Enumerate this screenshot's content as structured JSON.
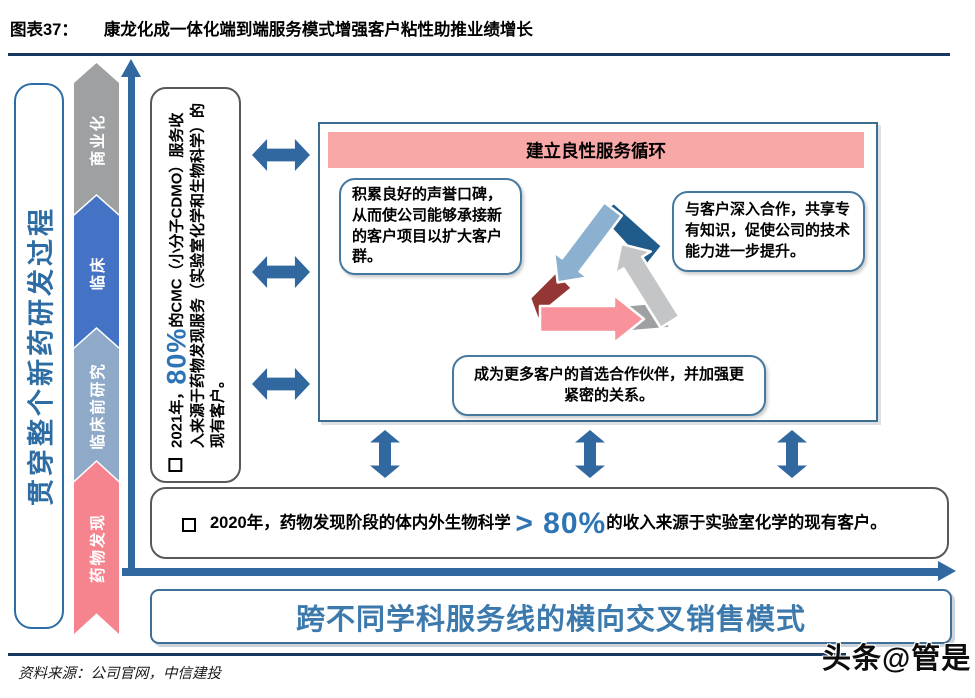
{
  "header": {
    "figure_label": "图表37：",
    "title": "康龙化成一体化端到端服务模式增强客户粘性助推业绩增长"
  },
  "process": {
    "label": "贯穿整个新药研发过程",
    "stages": [
      {
        "label": "商业化",
        "color": "#9fa0a2"
      },
      {
        "label": "临床",
        "color": "#4472c4"
      },
      {
        "label": "临床前研究",
        "color": "#8fa9c8"
      },
      {
        "label": "药物发现",
        "color": "#f5848e"
      }
    ]
  },
  "note_2021": {
    "prefix": "2021年，",
    "highlight": "80%",
    "suffix": "的CMC（小分子CDMO）服务收入来源于药物发现服务（实验室化学和生物科学）的现有客户。"
  },
  "cycle": {
    "header_label": "建立良性服务循环",
    "reputation_note": "积累良好的声誉口碑，从而使公司能够承接新的客户项目以扩大客户群。",
    "cooperation_note": "与客户深入合作，共享专有知识，促使公司的技术能力进一步提升。",
    "partner_note": "成为更多客户的首选合作伙伴，并加强更紧密的关系。"
  },
  "note_2020": {
    "prefix": "2020年，药物发现阶段的体内外生物科学",
    "highlight": "> 80%",
    "suffix": "的收入来源于实验室化学的现有客户。"
  },
  "bottom_title": "跨不同学科服务线的横向交叉销售模式",
  "footer": {
    "source": "资料来源：公司官网，中信建投",
    "watermark": "头条@管是"
  },
  "icons": {
    "vertical_axis": "up-arrow",
    "horizontal_axis": "right-arrow",
    "between_arrows": "double-headed-arrow",
    "bullet": "checkbox-square",
    "center_graphic": "recycle-triangle-arrows"
  },
  "colors": {
    "rule_navy": "#17375e",
    "steel_blue": "#2e6da4",
    "arrow_blue": "#31689f",
    "pink_header": "#f9a8a8",
    "box_border_blue": "#4679a0",
    "highlight_blue": "#2e74b5",
    "bottom_title_blue": "#3c79ac",
    "tri_light_blue": "#8cb0d0",
    "tri_dark_blue": "#1f5c8b",
    "tri_gray": "#c3c5c7",
    "tri_dark_gray": "#9ea0a2",
    "tri_pink": "#f9939b",
    "tri_dark_red": "#943634"
  }
}
